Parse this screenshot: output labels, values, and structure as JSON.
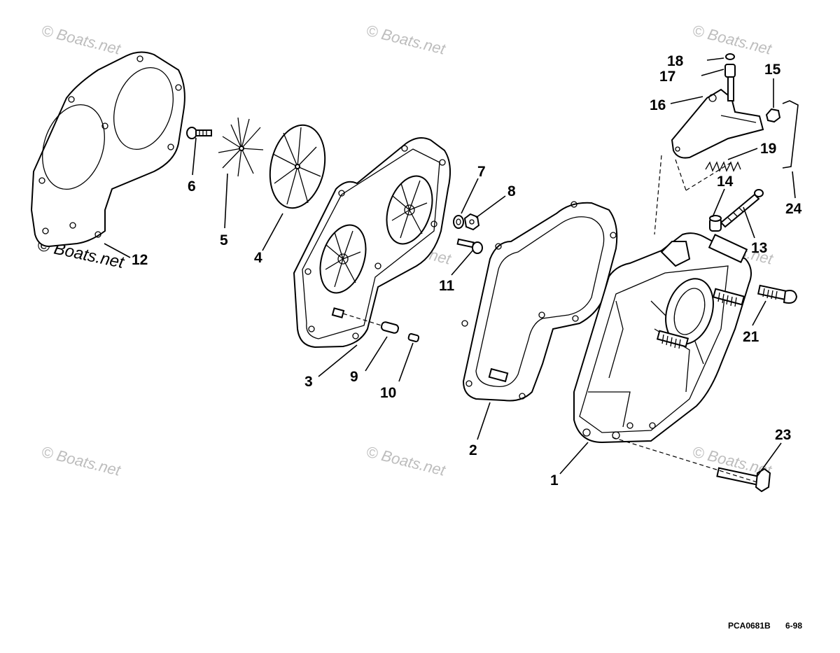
{
  "callouts": {
    "c1": "1",
    "c2": "2",
    "c3": "3",
    "c4": "4",
    "c5": "5",
    "c6": "6",
    "c7": "7",
    "c8": "8",
    "c9": "9",
    "c10": "10",
    "c11": "11",
    "c12": "12",
    "c13": "13",
    "c14": "14",
    "c15": "15",
    "c16": "16",
    "c17": "17",
    "c18": "18",
    "c19": "19",
    "c21": "21",
    "c23": "23",
    "c24": "24"
  },
  "watermark": {
    "text": "© Boats.net"
  },
  "footer": {
    "drawing_code": "PCA0681B",
    "date": "6-98"
  }
}
